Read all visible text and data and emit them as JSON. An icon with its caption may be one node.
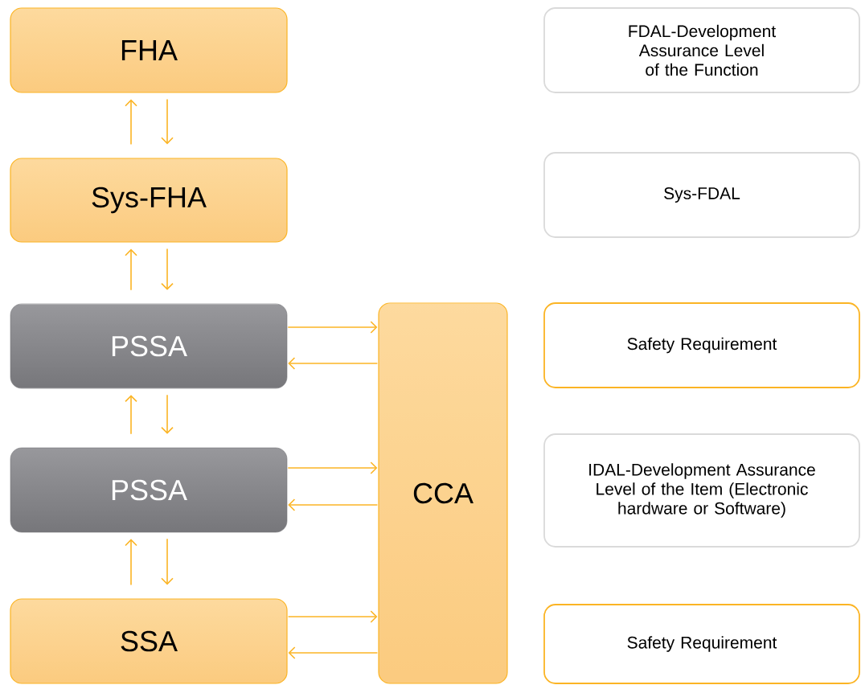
{
  "diagram": {
    "nodes": [
      {
        "text": [
          "FHA"
        ]
      },
      {
        "text": [
          "Sys-FHA"
        ]
      },
      {
        "text": [
          "PSSA"
        ]
      },
      {
        "text": [
          "PSSA"
        ]
      },
      {
        "text": [
          "SSA"
        ]
      },
      {
        "text": [
          "CCA"
        ]
      },
      {
        "text": [
          "FDAL-Development Assurance Level of the Function"
        ]
      },
      {
        "text": [
          "Sys-FDAL"
        ]
      },
      {
        "text": [
          "Safety  Requirement"
        ]
      },
      {
        "text": [
          "IDAL-Development Assurance Level of the Item (Electronic hardware or Software)"
        ]
      },
      {
        "text": [
          "Safety  Requirement"
        ]
      }
    ],
    "edges": [
      {
        "from": 1,
        "to": 0,
        "arrow": "to"
      },
      {
        "from": 0,
        "to": 1,
        "arrow": "to"
      },
      {
        "from": 2,
        "to": 1,
        "arrow": "to"
      },
      {
        "from": 1,
        "to": 2,
        "arrow": "to"
      },
      {
        "from": 3,
        "to": 2,
        "arrow": "to"
      },
      {
        "from": 2,
        "to": 3,
        "arrow": "to"
      },
      {
        "from": 4,
        "to": 3,
        "arrow": "to"
      },
      {
        "from": 3,
        "to": 4,
        "arrow": "to"
      },
      {
        "from": 2,
        "to": 5,
        "arrow": "to"
      },
      {
        "from": 5,
        "to": 2,
        "arrow": "to"
      },
      {
        "from": 3,
        "to": 5,
        "arrow": "to"
      },
      {
        "from": 5,
        "to": 3,
        "arrow": "to"
      },
      {
        "from": 4,
        "to": 5,
        "arrow": "to"
      },
      {
        "from": 5,
        "to": 4,
        "arrow": "to"
      }
    ]
  }
}
